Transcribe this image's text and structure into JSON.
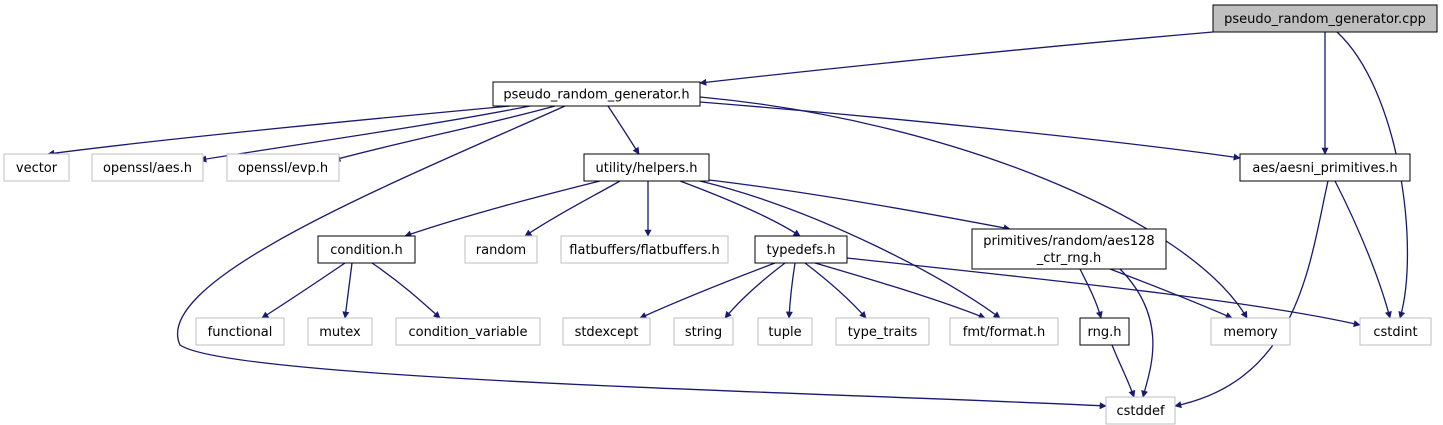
{
  "diagram": {
    "type": "include-dependency-graph",
    "colors": {
      "edge": "#191970",
      "root_fill": "#bfbfbf",
      "local_border": "#000000",
      "system_border": "#bfbfbf",
      "node_fill": "#ffffff"
    },
    "nodes": {
      "root": {
        "label": "pseudo_random_generator.cpp",
        "kind": "root"
      },
      "prg_h": {
        "label": "pseudo_random_generator.h",
        "kind": "local"
      },
      "vector": {
        "label": "vector",
        "kind": "system"
      },
      "aes_h": {
        "label": "openssl/aes.h",
        "kind": "system"
      },
      "evp_h": {
        "label": "openssl/evp.h",
        "kind": "system"
      },
      "helpers": {
        "label": "utility/helpers.h",
        "kind": "local"
      },
      "aesni": {
        "label": "aes/aesni_primitives.h",
        "kind": "local"
      },
      "condition": {
        "label": "condition.h",
        "kind": "local"
      },
      "random": {
        "label": "random",
        "kind": "system"
      },
      "flatbuf": {
        "label": "flatbuffers/flatbuffers.h",
        "kind": "system"
      },
      "typedefs": {
        "label": "typedefs.h",
        "kind": "local"
      },
      "ctr": {
        "label_lines": [
          "primitives/random/aes128",
          "_ctr_rng.h"
        ],
        "kind": "local"
      },
      "functional": {
        "label": "functional",
        "kind": "system"
      },
      "mutex": {
        "label": "mutex",
        "kind": "system"
      },
      "condvar": {
        "label": "condition_variable",
        "kind": "system"
      },
      "stdexcept": {
        "label": "stdexcept",
        "kind": "system"
      },
      "string": {
        "label": "string",
        "kind": "system"
      },
      "tuple": {
        "label": "tuple",
        "kind": "system"
      },
      "typetraits": {
        "label": "type_traits",
        "kind": "system"
      },
      "fmt": {
        "label": "fmt/format.h",
        "kind": "system"
      },
      "rng": {
        "label": "rng.h",
        "kind": "local"
      },
      "memory": {
        "label": "memory",
        "kind": "system"
      },
      "cstdint": {
        "label": "cstdint",
        "kind": "system"
      },
      "cstddef": {
        "label": "cstddef",
        "kind": "system"
      }
    },
    "edges": [
      [
        "root",
        "prg_h"
      ],
      [
        "root",
        "aesni"
      ],
      [
        "root",
        "cstdint"
      ],
      [
        "prg_h",
        "vector"
      ],
      [
        "prg_h",
        "aes_h"
      ],
      [
        "prg_h",
        "evp_h"
      ],
      [
        "prg_h",
        "helpers"
      ],
      [
        "prg_h",
        "aesni"
      ],
      [
        "prg_h",
        "memory"
      ],
      [
        "prg_h",
        "cstddef"
      ],
      [
        "helpers",
        "condition"
      ],
      [
        "helpers",
        "random"
      ],
      [
        "helpers",
        "flatbuf"
      ],
      [
        "helpers",
        "typedefs"
      ],
      [
        "helpers",
        "ctr"
      ],
      [
        "helpers",
        "fmt"
      ],
      [
        "condition",
        "functional"
      ],
      [
        "condition",
        "mutex"
      ],
      [
        "condition",
        "condvar"
      ],
      [
        "typedefs",
        "stdexcept"
      ],
      [
        "typedefs",
        "string"
      ],
      [
        "typedefs",
        "tuple"
      ],
      [
        "typedefs",
        "typetraits"
      ],
      [
        "typedefs",
        "fmt"
      ],
      [
        "typedefs",
        "cstdint"
      ],
      [
        "ctr",
        "rng"
      ],
      [
        "ctr",
        "memory"
      ],
      [
        "ctr",
        "cstddef"
      ],
      [
        "rng",
        "cstddef"
      ],
      [
        "aesni",
        "cstdint"
      ],
      [
        "aesni",
        "cstddef"
      ]
    ]
  }
}
